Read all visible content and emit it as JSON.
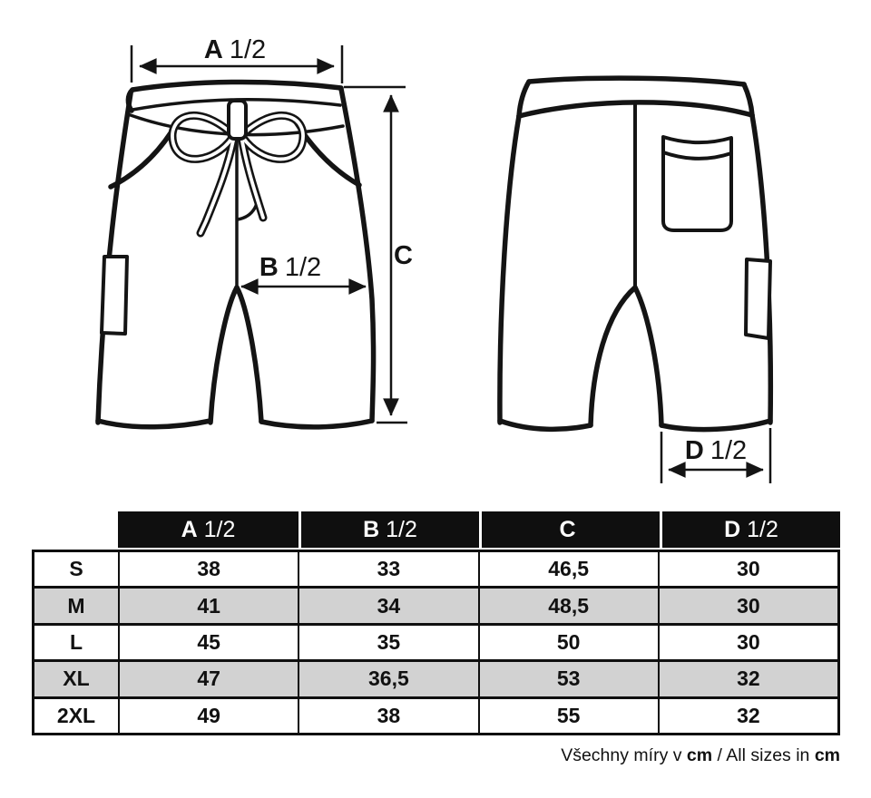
{
  "diagram": {
    "dim_a": {
      "letter": "A",
      "fraction": "1/2"
    },
    "dim_b": {
      "letter": "B",
      "fraction": "1/2"
    },
    "dim_c": {
      "letter": "C",
      "fraction": ""
    },
    "dim_d": {
      "letter": "D",
      "fraction": "1/2"
    }
  },
  "table": {
    "header": {
      "col_a": {
        "letter": "A",
        "fraction": "1/2"
      },
      "col_b": {
        "letter": "B",
        "fraction": "1/2"
      },
      "col_c": {
        "letter": "C",
        "fraction": ""
      },
      "col_d": {
        "letter": "D",
        "fraction": "1/2"
      }
    },
    "rows": [
      {
        "size": "S",
        "a": "38",
        "b": "33",
        "c": "46,5",
        "d": "30"
      },
      {
        "size": "M",
        "a": "41",
        "b": "34",
        "c": "48,5",
        "d": "30"
      },
      {
        "size": "L",
        "a": "45",
        "b": "35",
        "c": "50",
        "d": "30"
      },
      {
        "size": "XL",
        "a": "47",
        "b": "36,5",
        "c": "53",
        "d": "32"
      },
      {
        "size": "2XL",
        "a": "49",
        "b": "38",
        "c": "55",
        "d": "32"
      }
    ]
  },
  "footer": {
    "cz_text": "Všechny míry v ",
    "cz_unit": "cm",
    "en_text": " / All sizes in ",
    "en_unit": "cm"
  },
  "colors": {
    "ink": "#141414",
    "header_bg": "#0f0f0f",
    "row_alt": "#d2d2d2",
    "paper": "#ffffff"
  }
}
